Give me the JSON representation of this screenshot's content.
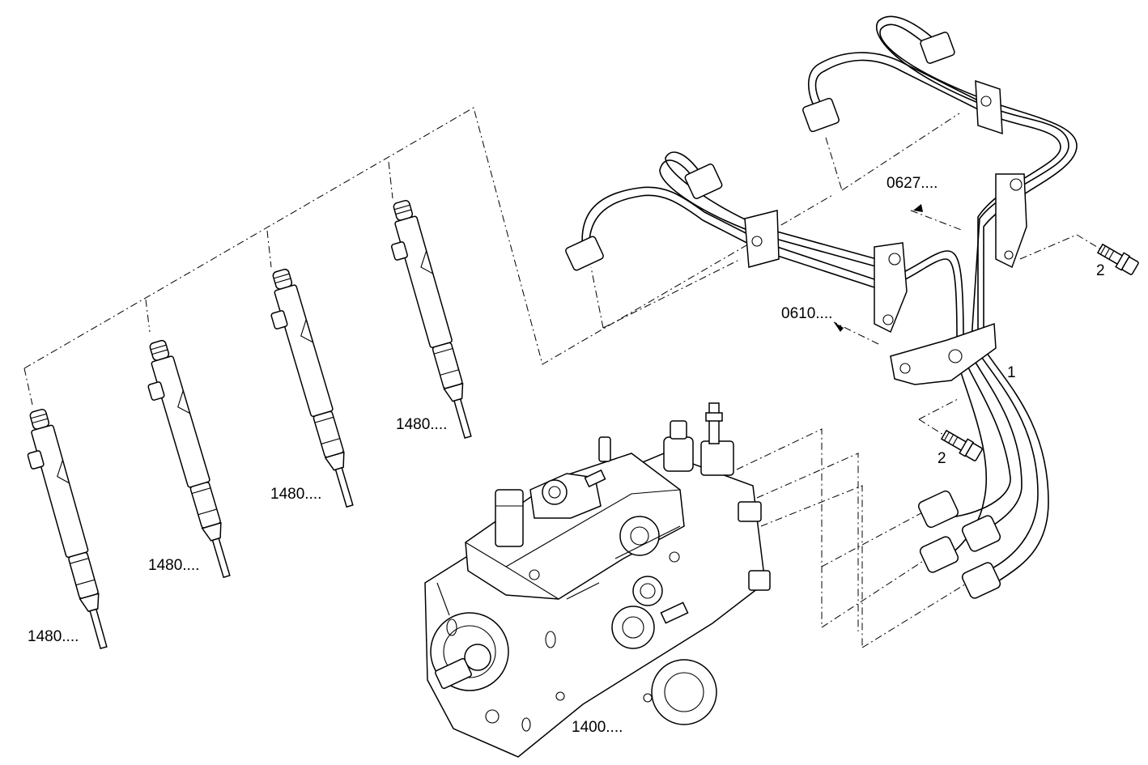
{
  "callouts": {
    "injector_1": "1480....",
    "injector_2": "1480....",
    "injector_3": "1480....",
    "injector_4": "1480....",
    "pump": "1400....",
    "pipe_a": "0627....",
    "pipe_b": "0610....",
    "pipe_set": "1",
    "bolt_upper": "2",
    "bolt_lower": "2"
  }
}
